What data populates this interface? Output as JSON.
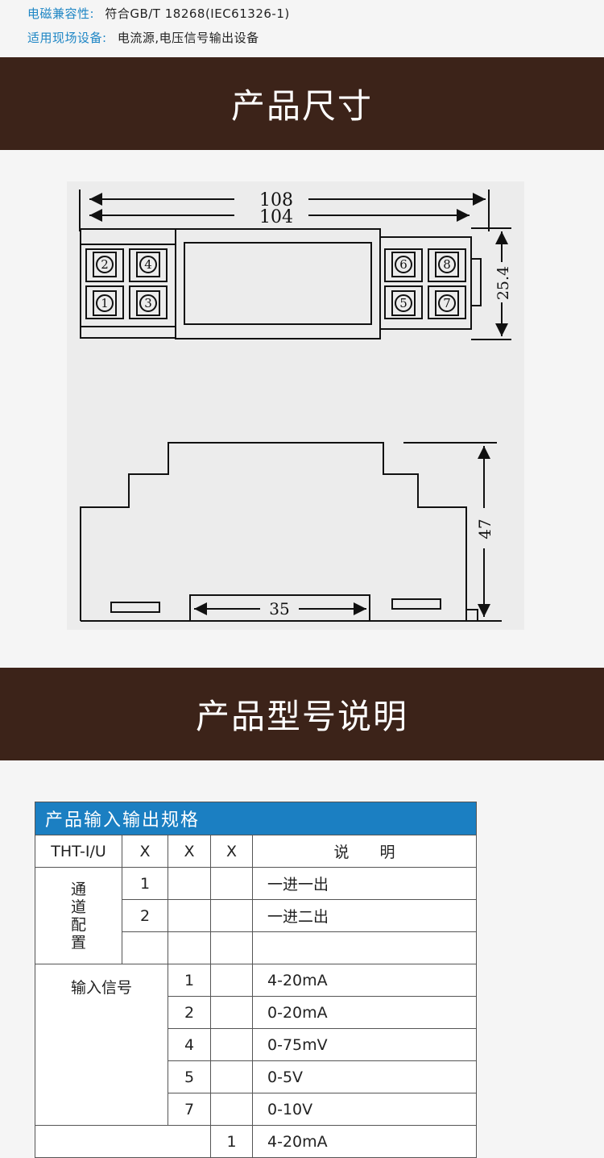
{
  "specs": [
    {
      "label": "电磁兼容性:",
      "value": "符合GB/T 18268(IEC61326-1)"
    },
    {
      "label": "适用现场设备:",
      "value": "电流源,电压信号输出设备"
    }
  ],
  "sections": {
    "dimensions_title": "产品尺寸",
    "model_title": "产品型号说明"
  },
  "drawing": {
    "dim_108": "108",
    "dim_104": "104",
    "dim_25_4": "25.4",
    "dim_47": "47",
    "dim_35": "35",
    "terminals_left_top": [
      "2",
      "4"
    ],
    "terminals_left_bottom": [
      "1",
      "3"
    ],
    "terminals_right_top": [
      "6",
      "8"
    ],
    "terminals_right_bottom": [
      "5",
      "7"
    ]
  },
  "table": {
    "title": "产品输入输出规格",
    "header": {
      "model": "THT-I/U",
      "x1": "X",
      "x2": "X",
      "x3": "X",
      "desc": "说　　明"
    },
    "channel": {
      "label": "通\n道\n配\n置",
      "rows": [
        {
          "code": "1",
          "desc": "一进一出"
        },
        {
          "code": "2",
          "desc": "一进二出"
        }
      ]
    },
    "input": {
      "label": "输入信号",
      "rows": [
        {
          "code": "1",
          "desc": "4-20mA"
        },
        {
          "code": "2",
          "desc": "0-20mA"
        },
        {
          "code": "4",
          "desc": "0-75mV"
        },
        {
          "code": "5",
          "desc": "0-5V"
        },
        {
          "code": "7",
          "desc": "0-10V"
        }
      ]
    },
    "output": {
      "rows": [
        {
          "code": "1",
          "desc": "4-20mA"
        }
      ]
    }
  }
}
